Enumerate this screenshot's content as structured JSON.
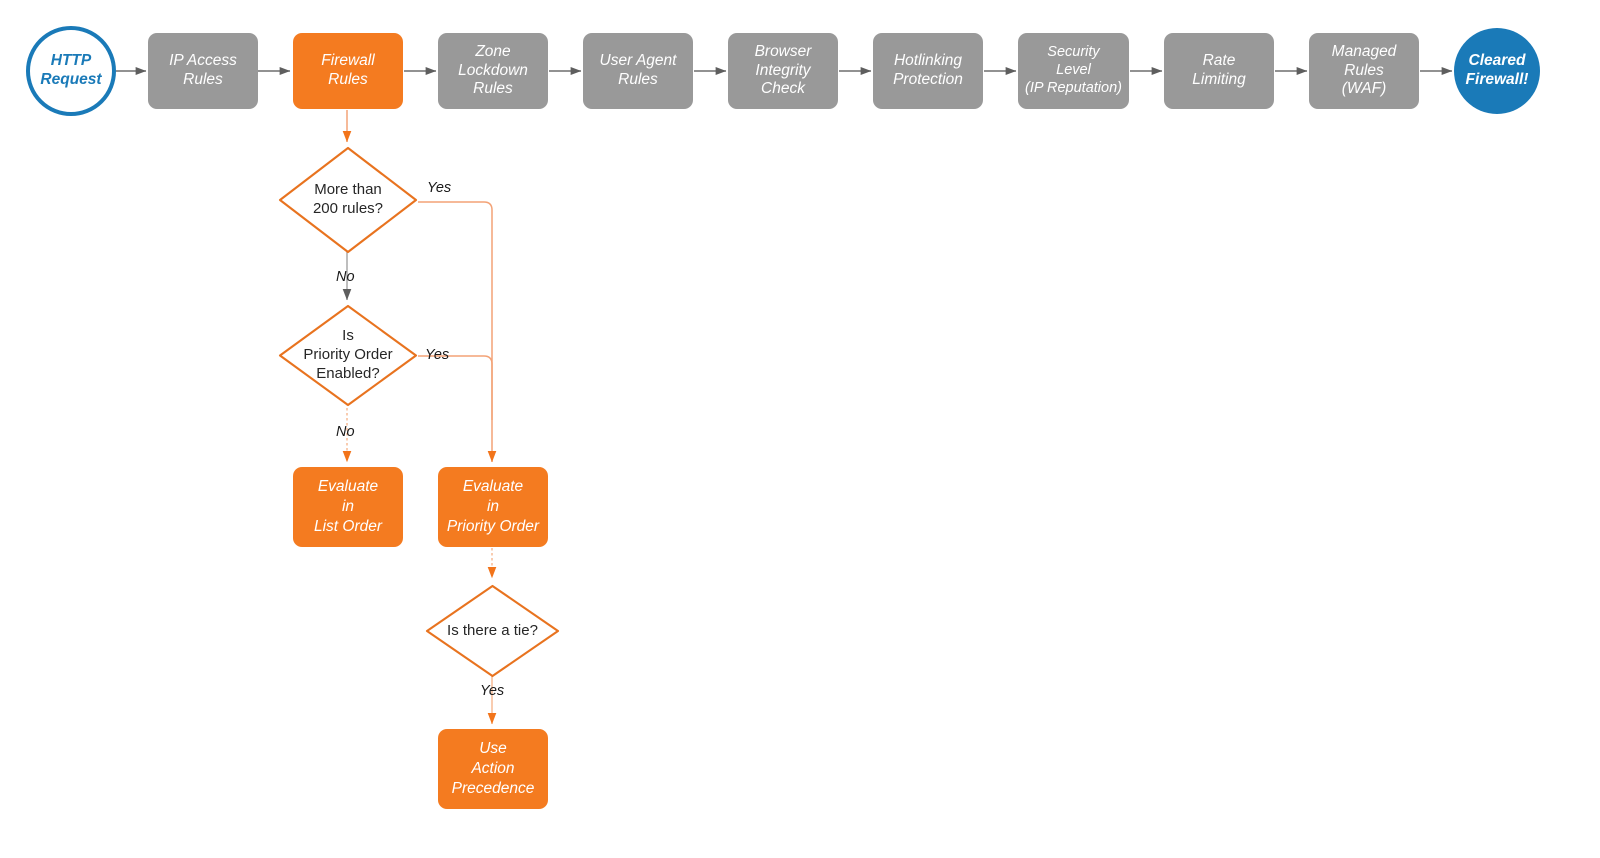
{
  "diagram": {
    "title": "Cloudflare firewall evaluation order flowchart",
    "colors": {
      "orange": "#f47b20",
      "orange_line": "#f29a6a",
      "gray": "#999999",
      "gray_line": "#808080",
      "blue": "#1a7ab8",
      "text_dark": "#262626",
      "white": "#ffffff",
      "background": "#ffffff"
    }
  },
  "pipeline": {
    "start": {
      "label": "HTTP\nRequest",
      "shape": "circle",
      "style": "blue-outline"
    },
    "steps": [
      {
        "label": "IP Access\nRules",
        "style": "gray"
      },
      {
        "label": "Firewall\nRules",
        "style": "orange"
      },
      {
        "label": "Zone\nLockdown\nRules",
        "style": "gray"
      },
      {
        "label": "User Agent\nRules",
        "style": "gray"
      },
      {
        "label": "Browser\nIntegrity\nCheck",
        "style": "gray"
      },
      {
        "label": "Hotlinking\nProtection",
        "style": "gray"
      },
      {
        "label": "Security\nLevel\n(IP Reputation)",
        "style": "gray"
      },
      {
        "label": "Rate\nLimiting",
        "style": "gray"
      },
      {
        "label": "Managed\nRules\n(WAF)",
        "style": "gray"
      }
    ],
    "end": {
      "label": "Cleared\nFirewall!",
      "shape": "circle",
      "style": "blue-filled"
    }
  },
  "branch": {
    "decision_rule_count": {
      "label": "More than\n200 rules?"
    },
    "decision_priority": {
      "label": "Is\nPriority Order\nEnabled?"
    },
    "decision_tie": {
      "label": "Is there a tie?"
    },
    "action_list_order": {
      "label": "Evaluate\nin\nList Order"
    },
    "action_priority_order": {
      "label": "Evaluate\nin\nPriority Order"
    },
    "action_precedence": {
      "label": "Use\nAction\nPrecedence"
    }
  },
  "edge_labels": {
    "rules_yes": "Yes",
    "rules_no": "No",
    "priority_yes": "Yes",
    "priority_no": "No",
    "tie_yes": "Yes"
  }
}
